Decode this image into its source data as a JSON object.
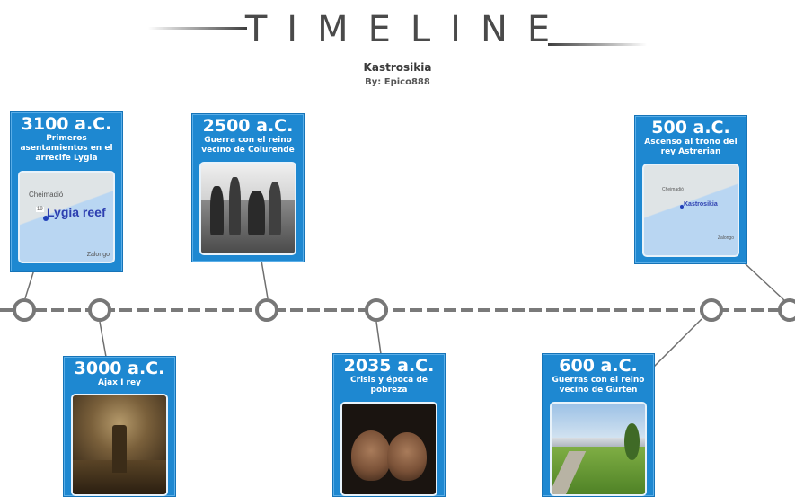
{
  "header": {
    "title": "TIMELINE",
    "project": "Kastrosikia",
    "author": "By: Epico888"
  },
  "events": [
    {
      "year": "3100 a.C.",
      "desc": "Primeros asentamientos en el arrecife Lygia",
      "image": "map-lygia-reef",
      "map_labels": {
        "town": "Cheimadió",
        "reef": "Lygia reef",
        "other": "Zalongo",
        "pin": "19"
      }
    },
    {
      "year": "3000 a.C.",
      "desc": "Ajax I rey",
      "image": "throne-room"
    },
    {
      "year": "2500 a.C.",
      "desc": "Guerra con el reino vecino de Colurende",
      "image": "battle-engraving"
    },
    {
      "year": "2035 a.C.",
      "desc": "Crisis y época de pobreza",
      "image": "cupped-hands"
    },
    {
      "year": "600 a.C.",
      "desc": "Guerras con el reino vecino de Gurten",
      "image": "alpine-landscape"
    },
    {
      "year": "500 a.C.",
      "desc": "Ascenso al trono del rey Astrerian",
      "image": "map-kastrosikia",
      "map_labels": {
        "place": "Kastrosikia",
        "a": "Cheimadió",
        "b": "Zalongo"
      }
    }
  ],
  "colors": {
    "card": "#1e88d1",
    "axis": "#7a7a7a",
    "node": "#ffffff"
  }
}
